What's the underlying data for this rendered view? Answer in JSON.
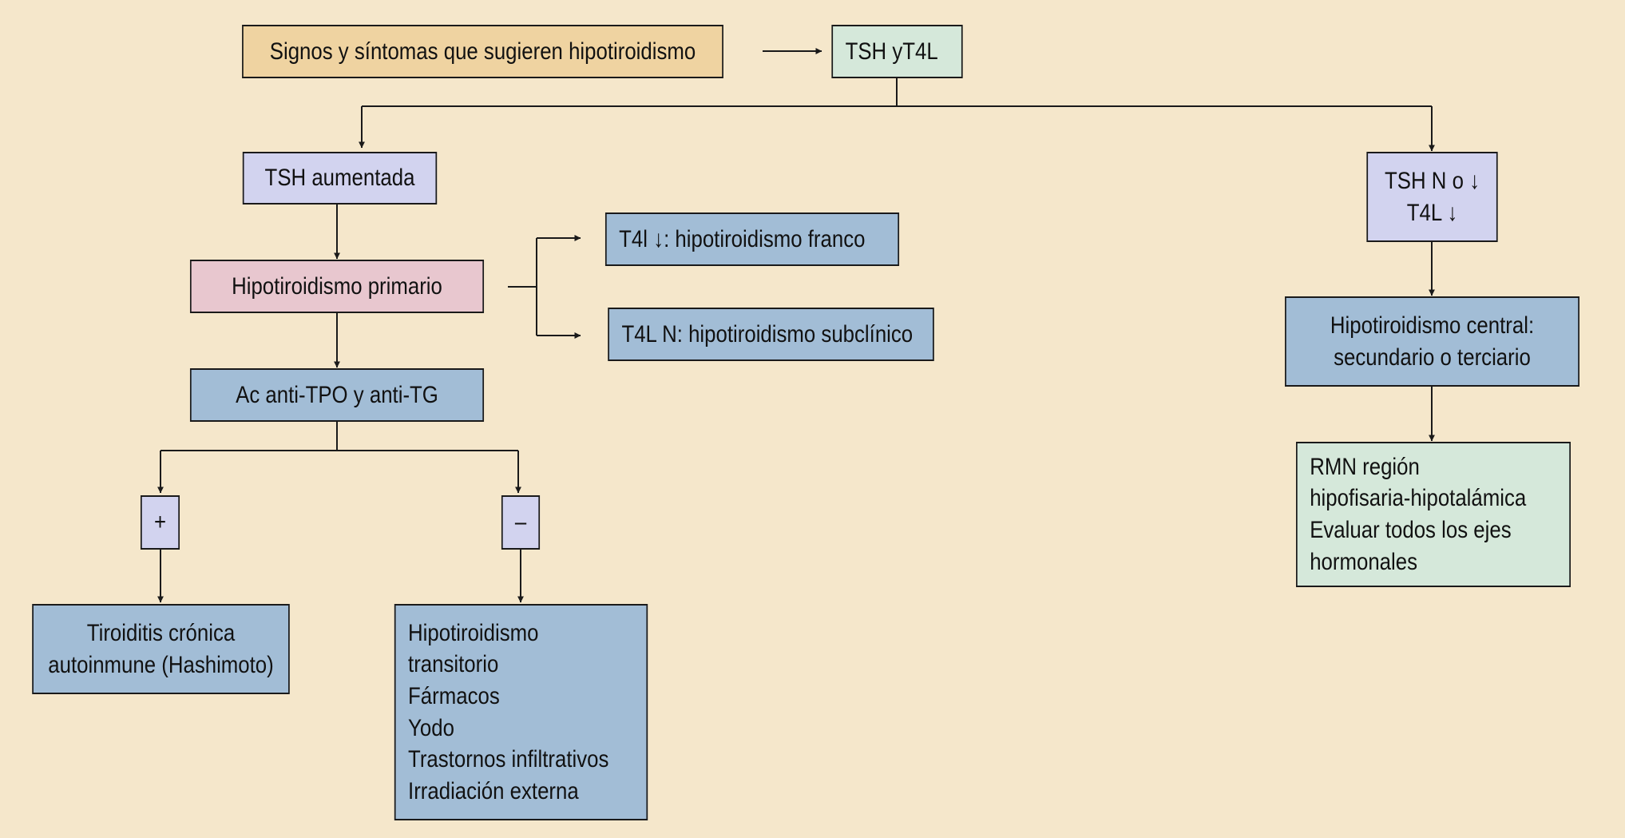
{
  "colors": {
    "background": "#f5e7cb",
    "tan": "#efd3a1",
    "mint": "#d5e8da",
    "lavender": "#d2d3ef",
    "pink": "#e8c7cf",
    "blue": "#a2bdd6",
    "line": "#1a1a1a"
  },
  "nodes": {
    "signs": "Signos y síntomas que sugieren hipotiroidismo",
    "tsh_t4l": "TSH yT4L",
    "tsh_high": "TSH aumentada",
    "tsh_normal_low": "TSH N o ↓\nT4L ↓",
    "primary": "Hipotiroidismo primario",
    "overt": "T4l ↓: hipotiroidismo franco",
    "subclinical": "T4L N: hipotiroidismo subclínico",
    "antibodies": "Ac anti-TPO y anti-TG",
    "positive": "+",
    "negative": "–",
    "hashimoto": "Tiroiditis crónica\nautoinmune (Hashimoto)",
    "negative_causes": "Hipotiroidismo\ntransitorio\nFármacos\nYodo\nTrastornos infiltrativos\nIrradiación externa",
    "central": "Hipotiroidismo central:\nsecundario o terciario",
    "mri": "RMN región\nhipofisaria-hipotalámica\nEvaluar todos los ejes\nhormonales"
  }
}
